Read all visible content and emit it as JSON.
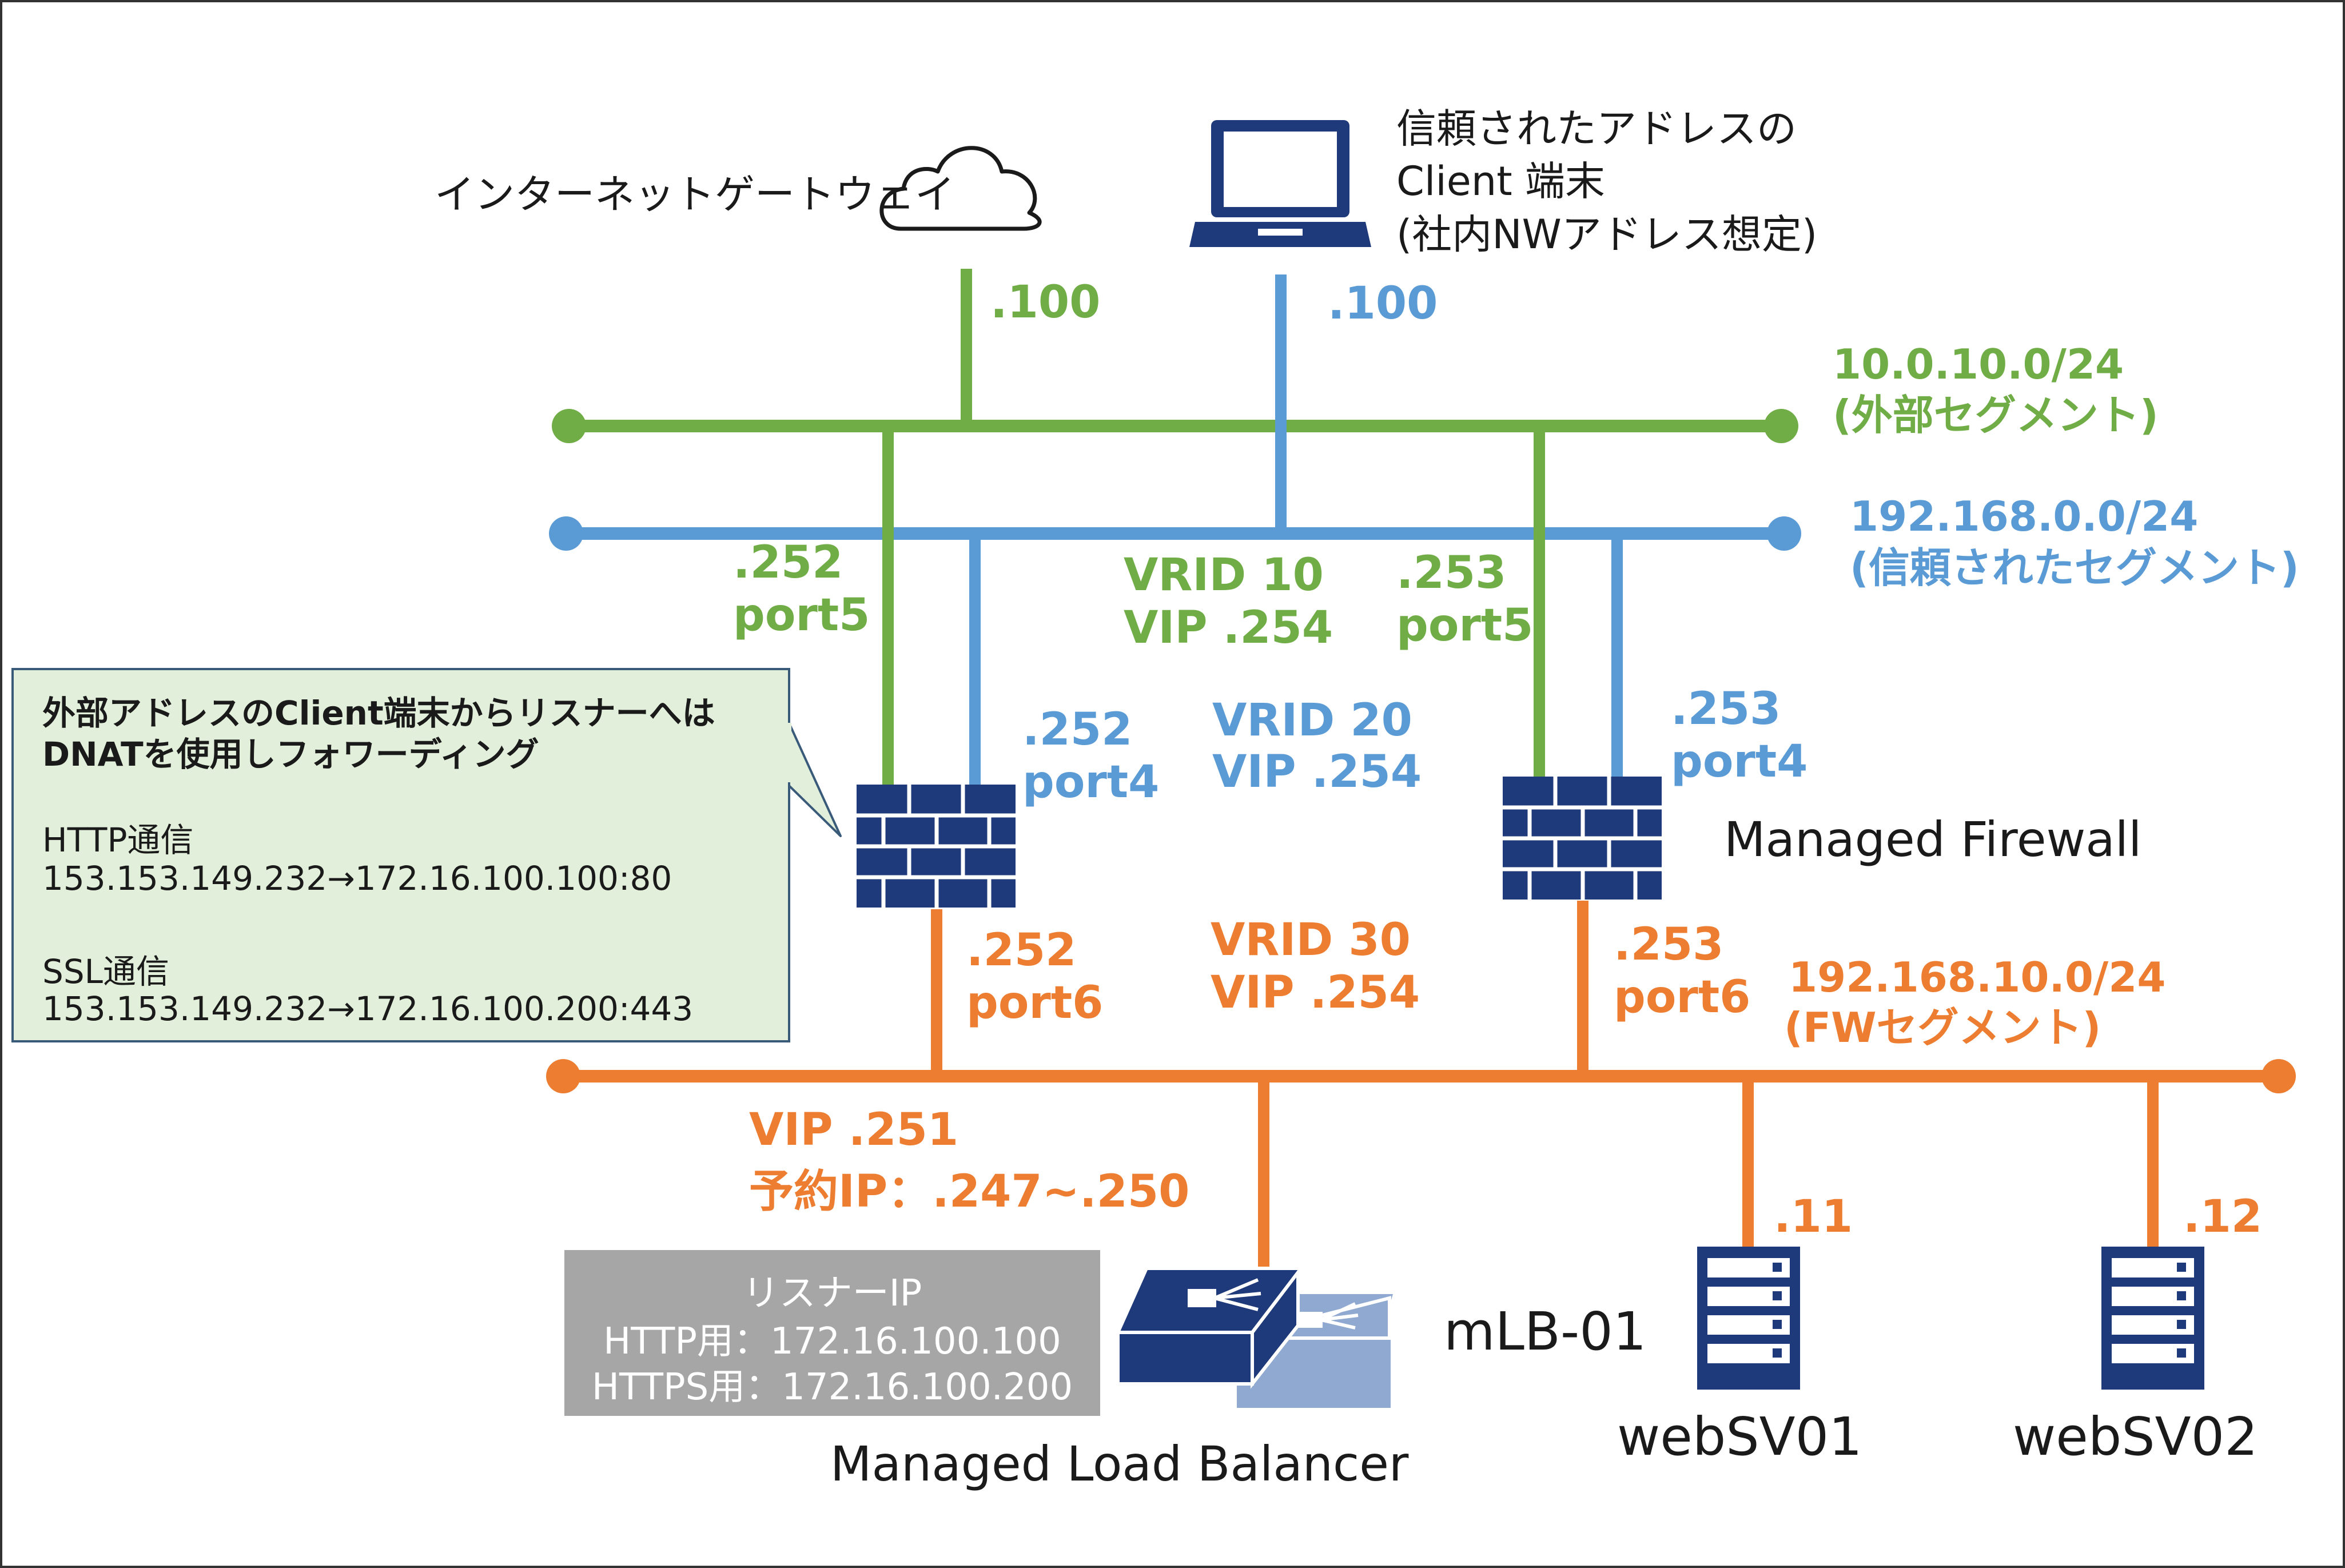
{
  "internet": {
    "label": "インターネットゲートウェイ",
    "ip": ".100"
  },
  "trusted_client": {
    "line1": "信頼されたアドレスの",
    "line2": "Client 端末",
    "line3": "(社内NWアドレス想定)",
    "ip": ".100"
  },
  "segments": {
    "external": {
      "cidr": "10.0.10.0/24",
      "name": "(外部セグメント)"
    },
    "trusted": {
      "cidr": "192.168.0.0/24",
      "name": "(信頼されたセグメント)"
    },
    "fw": {
      "cidr": "192.168.10.0/24",
      "name": "(FWセグメント)"
    }
  },
  "fw1": {
    "ext_ip": ".252",
    "ext_port": "port5",
    "trust_ip": ".252",
    "trust_port": "port4",
    "fw_ip": ".252",
    "fw_port": "port6"
  },
  "fw2": {
    "ext_ip": ".253",
    "ext_port": "port5",
    "trust_ip": ".253",
    "trust_port": "port4",
    "fw_ip": ".253",
    "fw_port": "port6"
  },
  "vrid": {
    "v10": {
      "id": "VRID 10",
      "vip": "VIP .254"
    },
    "v20": {
      "id": "VRID 20",
      "vip": "VIP .254"
    },
    "v30": {
      "id": "VRID 30",
      "vip": "VIP .254"
    }
  },
  "firewall_label": "Managed Firewall",
  "lb": {
    "vip": "VIP .251",
    "reserved": "予約IP：.247~.250",
    "name": "mLB-01",
    "label": "Managed Load Balancer"
  },
  "listener": {
    "title": "リスナーIP",
    "http": "HTTP用：172.16.100.100",
    "https": "HTTPS用：172.16.100.200"
  },
  "note": {
    "line1": "外部アドレスのClient端末からリスナーへは",
    "line2": "DNATを使用しフォワーディング",
    "http_title": "HTTP通信",
    "http_rule": "153.153.149.232→172.16.100.100:80",
    "ssl_title": "SSL通信",
    "ssl_rule": "153.153.149.232→172.16.100.200:443"
  },
  "servers": [
    {
      "ip": ".11",
      "name": "webSV01"
    },
    {
      "ip": ".12",
      "name": "webSV02"
    }
  ],
  "colors": {
    "external": "#70AD47",
    "trusted": "#5B9BD5",
    "fw_segment": "#ED7D31",
    "device": "#1F3A7A",
    "note_bg": "#E2EFDA",
    "listener_bg": "#A6A6A6"
  }
}
